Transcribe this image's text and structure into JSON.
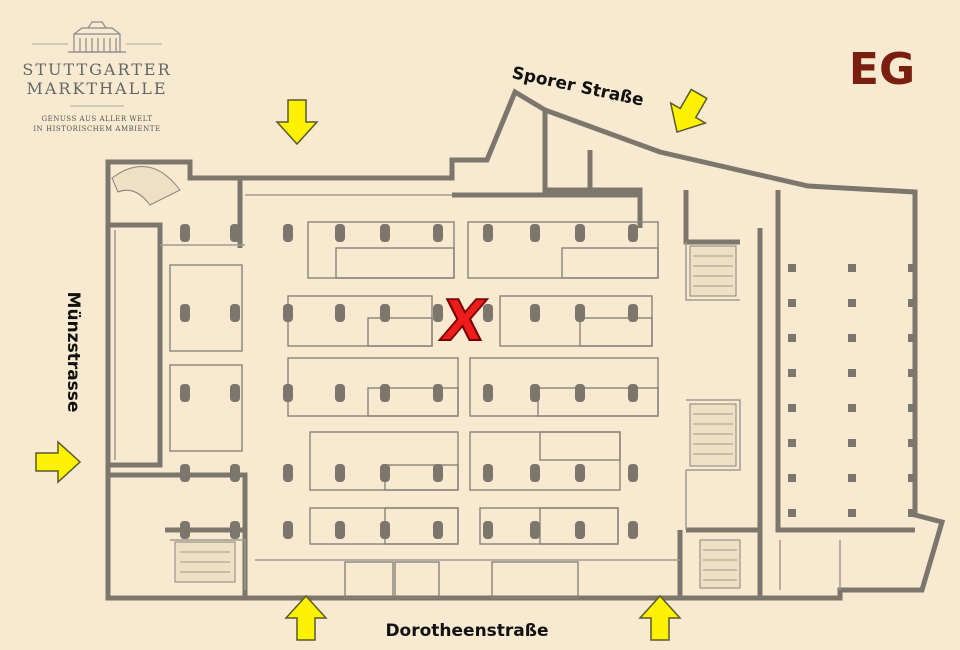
{
  "logo": {
    "name_line1": "STUTTGARTER",
    "name_line2": "MARKTHALLE",
    "tagline_line1": "GENUSS AUS ALLER WELT",
    "tagline_line2": "IN HISTORISCHEM AMBIENTE"
  },
  "floor": {
    "label": "EG",
    "color": "#7a1e10"
  },
  "streets": {
    "top": "Sporer Straße",
    "left": "Münzstrasse",
    "bottom": "Dorotheenstraße"
  },
  "marker": {
    "symbol": "X",
    "color": "#ee1c1c"
  },
  "colors": {
    "background": "#f7ead0",
    "wall": "#7d766d",
    "line": "#a09a90",
    "arrow_fill": "#fff200",
    "arrow_stroke": "#5a5a2a"
  },
  "icons": {
    "entrance": "entrance-arrow-icon",
    "building": "market-hall-building-icon"
  }
}
